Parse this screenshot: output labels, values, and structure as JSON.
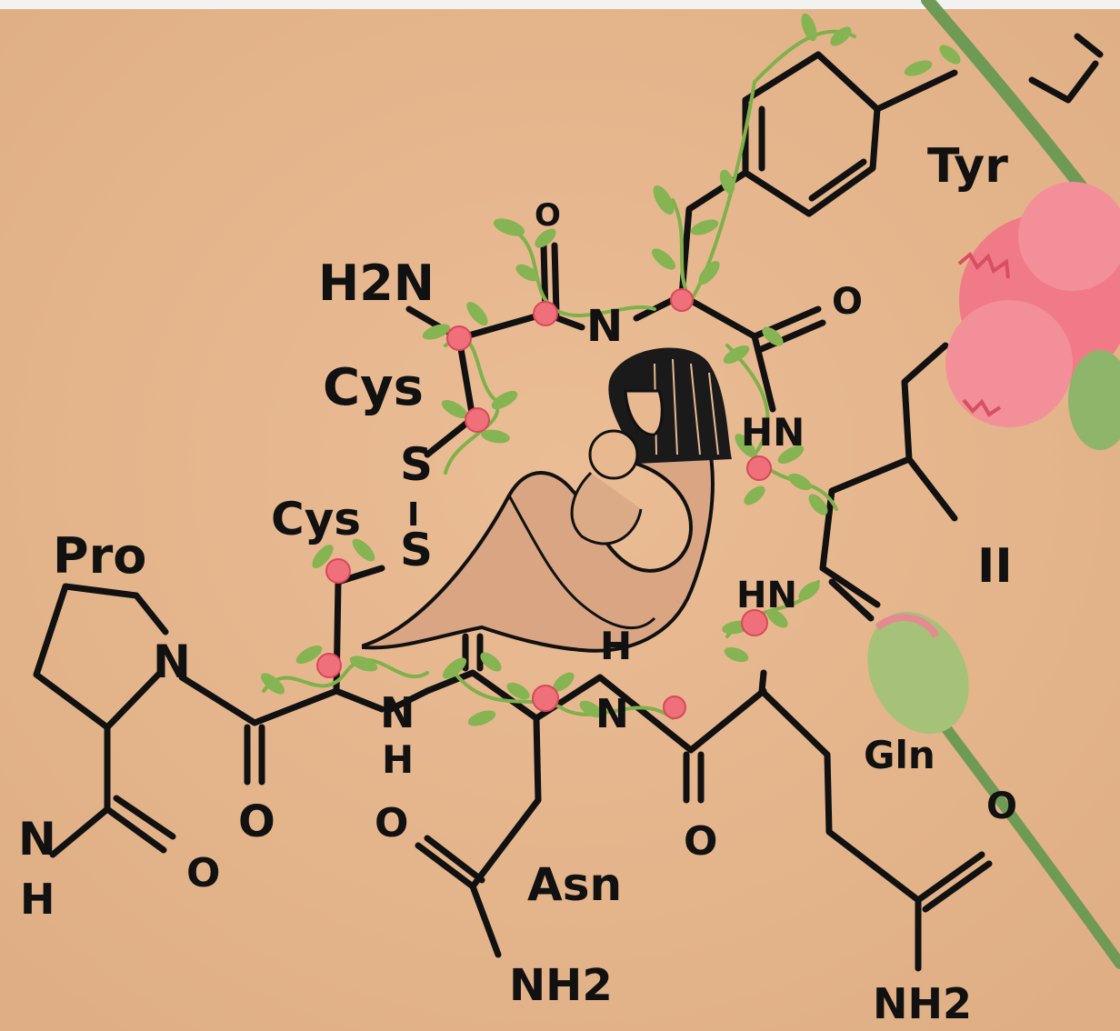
{
  "scene": {
    "paper_color": "#e8b890",
    "ink_color": "#111111",
    "vine_color": "#7fb14a",
    "flower_color": "#ef6f7a",
    "carnation_color": "#f07b86",
    "stem_color": "#6f9a55"
  },
  "labels": {
    "h2n_top": "H2N",
    "cys_upper": "Cys",
    "s_upper": "S",
    "s_bar": "I",
    "s_lower": "S",
    "cys_lower": "Cys",
    "pro": "Pro",
    "n_ring": "N",
    "nh_n": "N",
    "nh_h": "H",
    "o_left": "O",
    "o_pro_amide": "O",
    "nh_bottom_left_n": "N",
    "nh_bottom_left_h": "H",
    "o_asn": "O",
    "asn": "Asn",
    "nh2_asn": "NH2",
    "o_mid": "O",
    "gln": "Gln",
    "o_gln": "O",
    "nh2_gln": "NH2",
    "tyr": "Tyr",
    "o_top": "O",
    "o_right": "O",
    "n_top": "N",
    "hn_right": "HN",
    "hn_lower": "HN",
    "ile_mark": "II",
    "n_center": "N",
    "h_center": "H"
  }
}
